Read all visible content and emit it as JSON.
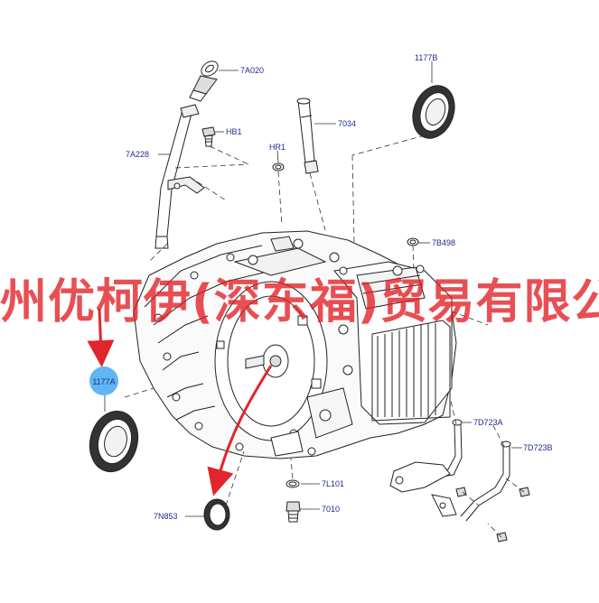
{
  "parts": {
    "p_7a020": "7A020",
    "p_1177b": "1177B",
    "p_7034": "7034",
    "p_hb1": "HB1",
    "p_hr1": "HR1",
    "p_7a228": "7A228",
    "p_7b498": "7B498",
    "p_1177a": "1177A",
    "p_7d723a": "7D723A",
    "p_7d723b": "7D723B",
    "p_7l101": "7L101",
    "p_7n853": "7N853",
    "p_7010": "7010"
  },
  "watermark": "州优柯伊(深东福)贸易有限公",
  "colors": {
    "label": "#1f2d8a",
    "line": "#222222",
    "arrow": "#e0262b",
    "bubble": "#5fb6f2"
  }
}
